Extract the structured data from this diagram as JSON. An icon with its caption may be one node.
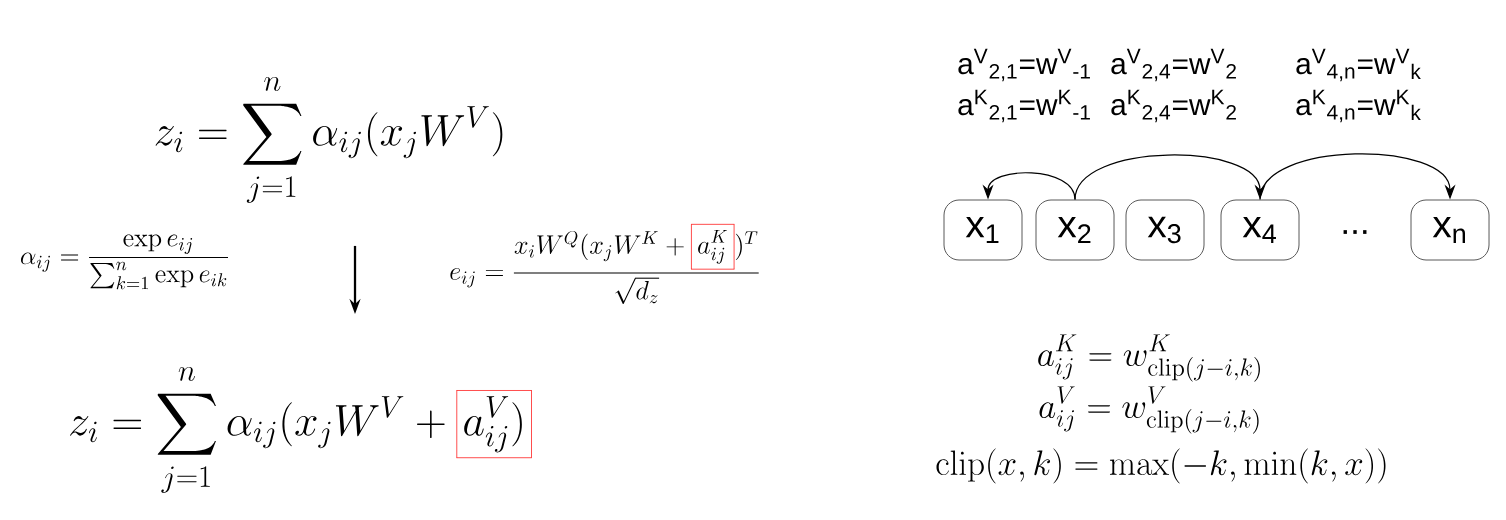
{
  "diagram": {
    "nodes": [
      {
        "text": [
          "z_i = \\sum_{j=1}^{n} \\alpha_{ij} (x_j W^V)"
        ]
      },
      {
        "text": [
          "z_i = \\sum_{j=1}^{n} \\alpha_{ij} (x_j W^V + \\textcolor{red}{\\boxed{\\textcolor{black}{a_{ij}^V)}}}"
        ]
      },
      {
        "text": [
          "x$_{1}$"
        ]
      },
      {
        "text": [
          "x$_{2}$"
        ]
      },
      {
        "text": [
          "x$_{3}$"
        ]
      },
      {
        "text": [
          "x$_{4}$"
        ]
      },
      {
        "text": [
          "x$_{n}$"
        ]
      }
    ],
    "edges": [
      {
        "from": 0,
        "to": 1,
        "arrow": "to"
      },
      {
        "from": 3,
        "to": 2,
        "arrow": "to"
      },
      {
        "from": 3,
        "to": 5,
        "arrow": "to"
      },
      {
        "from": 5,
        "to": 6,
        "arrow": "to"
      }
    ],
    "labels": [
      "a$^{V}$$_{2,1}$=w$^{V}$$_{-1}$",
      "a$^{V}$$_{2,4}$=w$^{V}$$_{2}$",
      "a$^{V}$$_{4,n}$=w$^{V}$$_{k}$",
      "a$^{K}$$_{2,1}$=w$^{K}$$_{-1}$",
      "a$^{K}$$_{2,4}$=w$^{K}$$_{2}$",
      "a$^{K}$$_{4,n}$=w$^{K}$$_{k}$",
      "...",
      "\\alpha_{ij} = \\frac{\\exp e_{ij}}{\\sum_{k=1}^{n} \\exp e_{ik}}",
      "e_{ij} = \\frac{x_i W^Q (x_j W^K + \\textcolor{red}{\\boxed{\\textcolor{black}{a_{ij}^K}}})^T}{\\sqrt{d_z}}",
      "a_{ij}^K = w_{\\mathrm{clip}(j-i,k)}^K",
      "a_{ij}^V = w_{\\mathrm{clip}(j-i,k)}^V",
      "\\mathrm{clip}(x,k) = \\max(-k, \\min(k,x))"
    ]
  }
}
